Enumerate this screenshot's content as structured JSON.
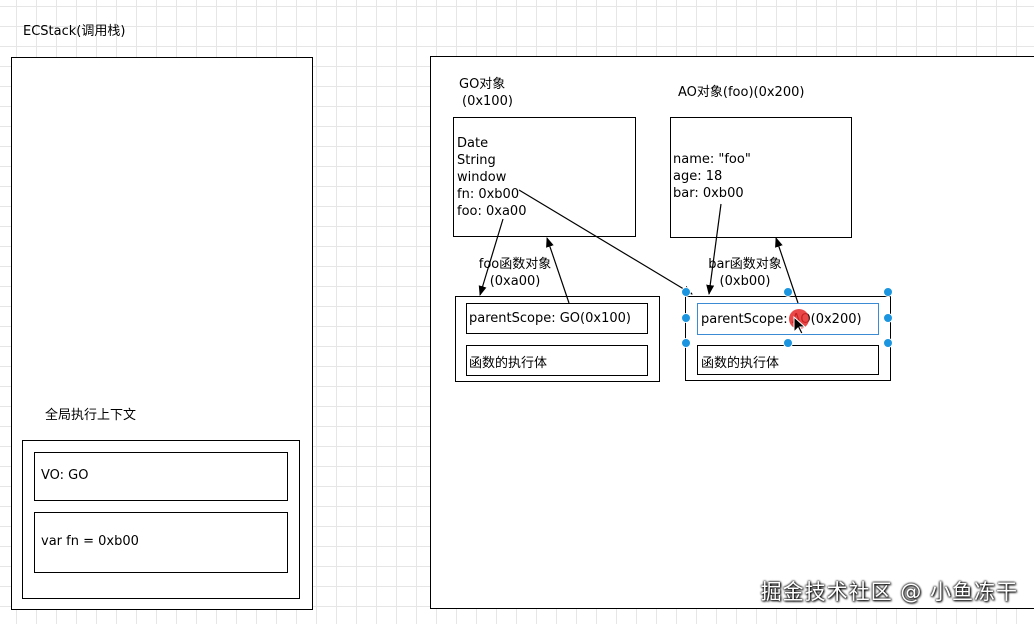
{
  "ecstack": {
    "title": "ECStack(调用栈)",
    "global_context": {
      "title": "全局执行上下文",
      "vo": "VO: GO",
      "var_fn": "var fn = 0xb00"
    }
  },
  "heap": {
    "go": {
      "title_line1": "GO对象",
      "title_line2": "(0x100)",
      "props": [
        "Date",
        "String",
        "window",
        "fn: 0xb00",
        "foo: 0xa00"
      ]
    },
    "ao": {
      "title": "AO对象(foo)(0x200)",
      "props": [
        "name: \"foo\"",
        "age: 18",
        "bar: 0xb00"
      ]
    },
    "foo_func": {
      "title_line1": "foo函数对象",
      "title_line2": "(0xa00)",
      "parent_scope": "parentScope: GO(0x100)",
      "body": "函数的执行体"
    },
    "bar_func": {
      "title_line1": "bar函数对象",
      "title_line2": "(0xb00)",
      "parent_scope_prefix": "parentScope: ",
      "parent_scope_ref": "AO",
      "parent_scope_addr": "(0x200)",
      "body": "函数的执行体"
    }
  },
  "watermark": "掘金技术社区 @ 小鱼冻干",
  "colors": {
    "selection_handle": "#1b95e0",
    "cursor_highlight": "#e62828",
    "grid": "#e6e6e6"
  }
}
